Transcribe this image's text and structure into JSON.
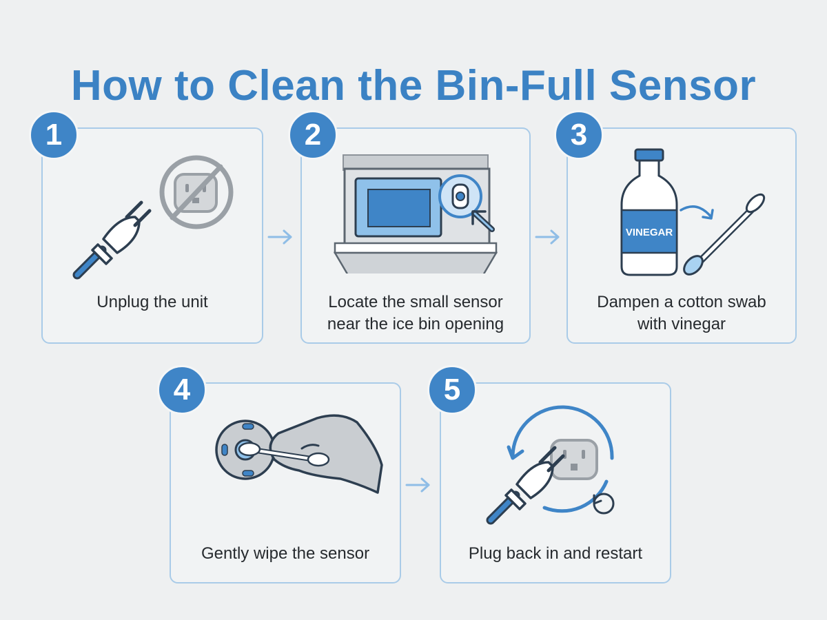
{
  "title": "How to Clean the Bin-Full Sensor",
  "steps": [
    {
      "number": "1",
      "caption": "Unplug the unit"
    },
    {
      "number": "2",
      "caption": "Locate the small sensor near the ice bin opening"
    },
    {
      "number": "3",
      "caption": "Dampen a cotton swab with vinegar",
      "bottle_label": "VINEGAR"
    },
    {
      "number": "4",
      "caption": "Gently wipe the sensor"
    },
    {
      "number": "5",
      "caption": "Plug back in and restart"
    }
  ],
  "colors": {
    "accent": "#3f85c7",
    "card_border": "#a9cbe8",
    "outline": "#2d3e50",
    "background": "#eef0f1"
  }
}
